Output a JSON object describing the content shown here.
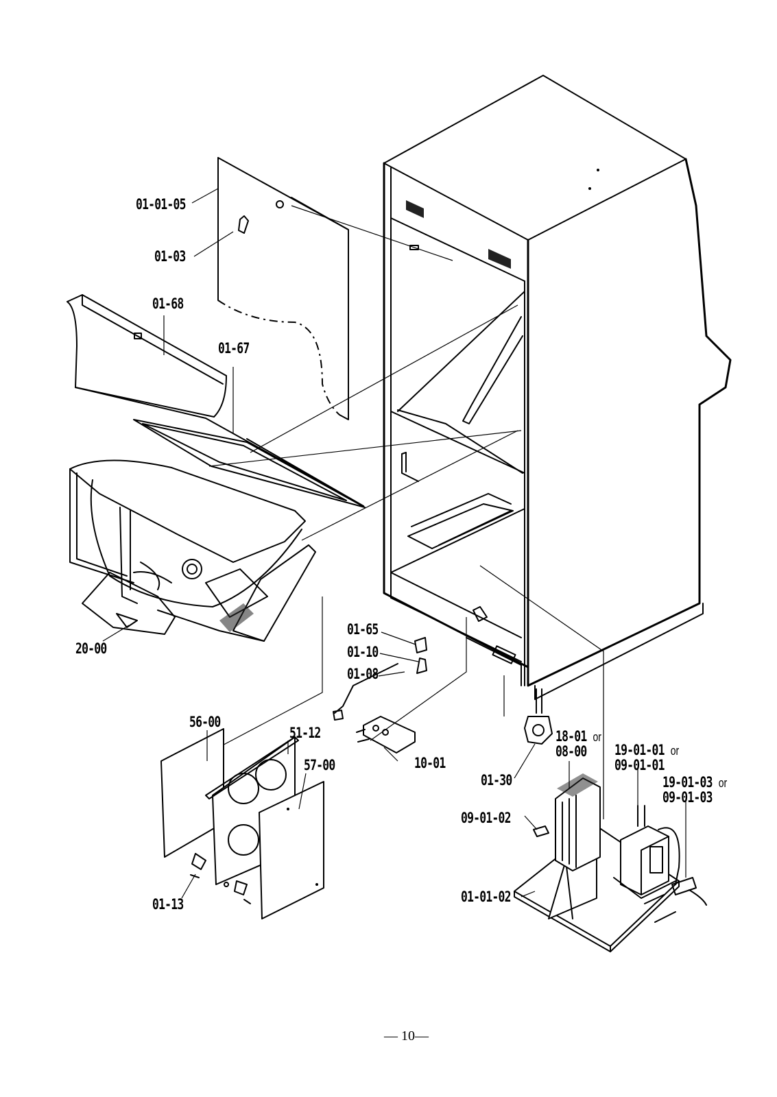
{
  "diagram": {
    "part_labels": {
      "cabinet_side_panel": "01-01-05",
      "lock": "01-03",
      "control_panel_cover": "01-68",
      "glass_bezel": "01-67",
      "monitor": "20-00",
      "hinge_bracket": "01-65",
      "switch": "01-10",
      "cable": "01-08",
      "pcb_left": "56-00",
      "pcb_mounting_plate": "51-12",
      "pcb_right": "57-00",
      "pcb_standoffs": "01-13",
      "volume_control": "10-01",
      "leveler_caster": "01-30",
      "power_supply_a": "18-01",
      "power_supply_b": "08-00",
      "transformer_a": "19-01-01",
      "transformer_b": "09-01-01",
      "fuse_holder": "09-01-02",
      "terminal_a": "19-01-03",
      "terminal_b": "09-01-03",
      "base_plate": "01-01-02"
    },
    "connector_word": "or",
    "page_number": "— 10—"
  }
}
